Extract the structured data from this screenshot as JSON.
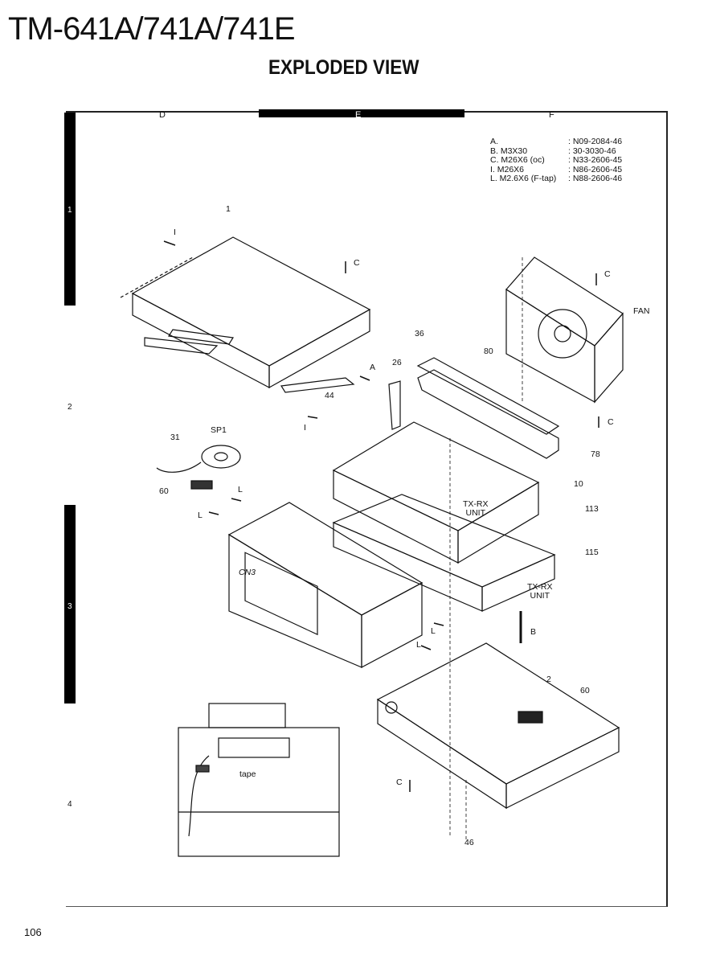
{
  "header": {
    "title": "TM-641A/741A/741E",
    "subtitle": "EXPLODED VIEW"
  },
  "grid": {
    "columns": [
      "D",
      "E",
      "F"
    ],
    "rows": [
      "1",
      "2",
      "3",
      "4"
    ]
  },
  "parts_list": [
    {
      "key": "A.",
      "value": ": N09-2084-46"
    },
    {
      "key": "B. M3X30",
      "value": ": 30-3030-46"
    },
    {
      "key": "C. M26X6 (oc)",
      "value": ": N33-2606-45"
    },
    {
      "key": "I.  M26X6",
      "value": ": N86-2606-45"
    },
    {
      "key": "L. M2.6X6 (F-tap)",
      "value": ": N88-2606-46"
    }
  ],
  "callouts": [
    "1",
    "I",
    "C",
    "C",
    "FAN",
    "36",
    "80",
    "26",
    "A",
    "44",
    "I",
    "C",
    "78",
    "31",
    "SP1",
    "60",
    "L",
    "L",
    "10",
    "TX-RX\nUNIT",
    "113",
    "CN3",
    "115",
    "TX-RX\nUNIT",
    "L",
    "B",
    "L",
    "2",
    "60",
    "C",
    "tape",
    "46"
  ],
  "page_number": "106"
}
